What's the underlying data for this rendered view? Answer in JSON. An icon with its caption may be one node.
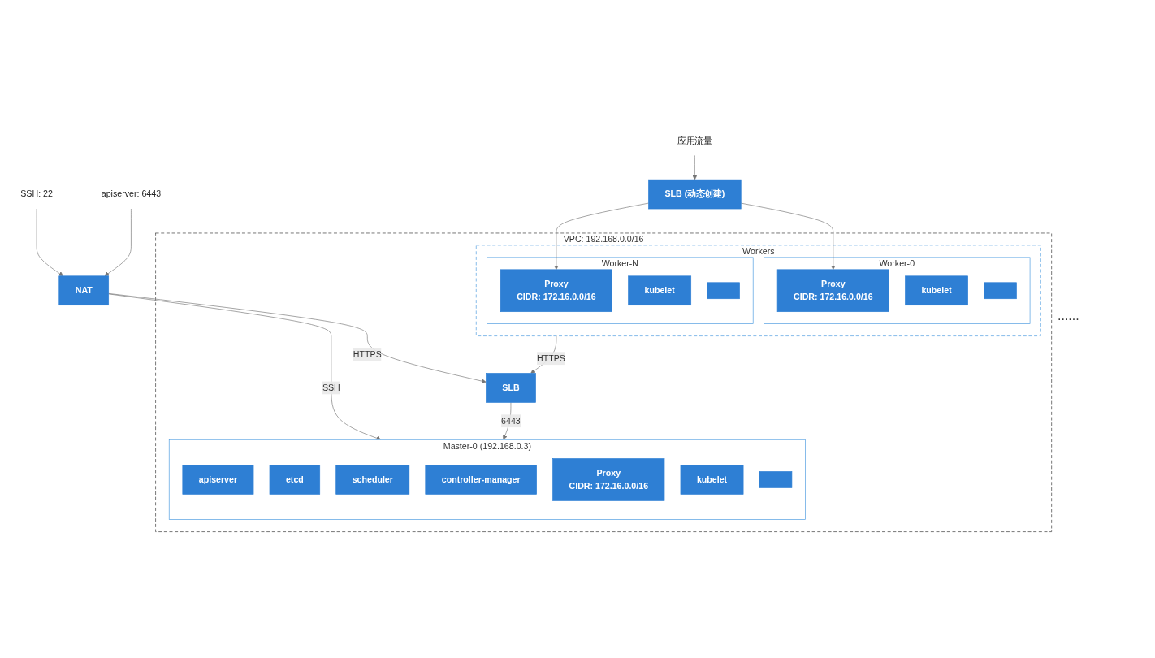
{
  "diagram": {
    "nodes": [
      {
        "text": [
          "SSH: 22"
        ]
      },
      {
        "text": [
          "apiserver: 6443"
        ]
      },
      {
        "text": [
          "应用流量"
        ]
      },
      {
        "text": [
          "NAT"
        ]
      },
      {
        "text": [
          "SLB (动态创建)"
        ]
      },
      {
        "text": [
          "VPC: 192.168.0.0/16"
        ]
      },
      {
        "text": [
          "SLB"
        ],
        "in": 5
      },
      {
        "text": [
          "Master-0 (192.168.0.3)"
        ],
        "in": 5
      },
      {
        "text": [
          "apiserver"
        ],
        "in": 7
      },
      {
        "text": [
          "etcd"
        ],
        "in": 7
      },
      {
        "text": [
          "scheduler"
        ],
        "in": 7
      },
      {
        "text": [
          "controller-manager"
        ],
        "in": 7
      },
      {
        "text": [
          "Proxy",
          "CIDR: 172.16.0.0/16"
        ],
        "in": 7
      },
      {
        "text": [
          "kubelet"
        ],
        "in": 7
      },
      {
        "text": [],
        "shape": "box",
        "in": 7
      },
      {
        "text": [
          "Workers"
        ],
        "in": 5
      },
      {
        "text": [
          "Worker-0"
        ],
        "in": 15
      },
      {
        "text": [
          "Proxy",
          "CIDR: 172.16.0.0/16"
        ],
        "in": 16
      },
      {
        "text": [
          "kubelet"
        ],
        "in": 16
      },
      {
        "text": [],
        "shape": "box",
        "in": 16
      },
      {
        "text": [
          "Worker-N"
        ],
        "in": 15
      },
      {
        "text": [
          "Proxy",
          "CIDR: 172.16.0.0/16"
        ],
        "in": 20
      },
      {
        "text": [
          "kubelet"
        ],
        "in": 20
      },
      {
        "text": [],
        "shape": "box",
        "in": 20
      }
    ],
    "edges": [
      {
        "from": 0,
        "to": 3,
        "arrow": "to"
      },
      {
        "from": 1,
        "to": 3,
        "arrow": "to"
      },
      {
        "from": 2,
        "to": 4,
        "arrow": "to"
      },
      {
        "from": 3,
        "to": 7,
        "arrow": "to",
        "label": "SSH"
      },
      {
        "from": 3,
        "to": 6,
        "arrow": "to",
        "label": "HTTPS"
      },
      {
        "from": 6,
        "to": 7,
        "arrow": "to",
        "label": "6443"
      },
      {
        "from": 15,
        "to": 6,
        "arrow": "to",
        "label": "HTTPS"
      },
      {
        "from": 4,
        "to": 17,
        "arrow": "to"
      },
      {
        "from": 4,
        "to": 21,
        "arrow": "to"
      }
    ],
    "labels": [
      "......"
    ]
  }
}
